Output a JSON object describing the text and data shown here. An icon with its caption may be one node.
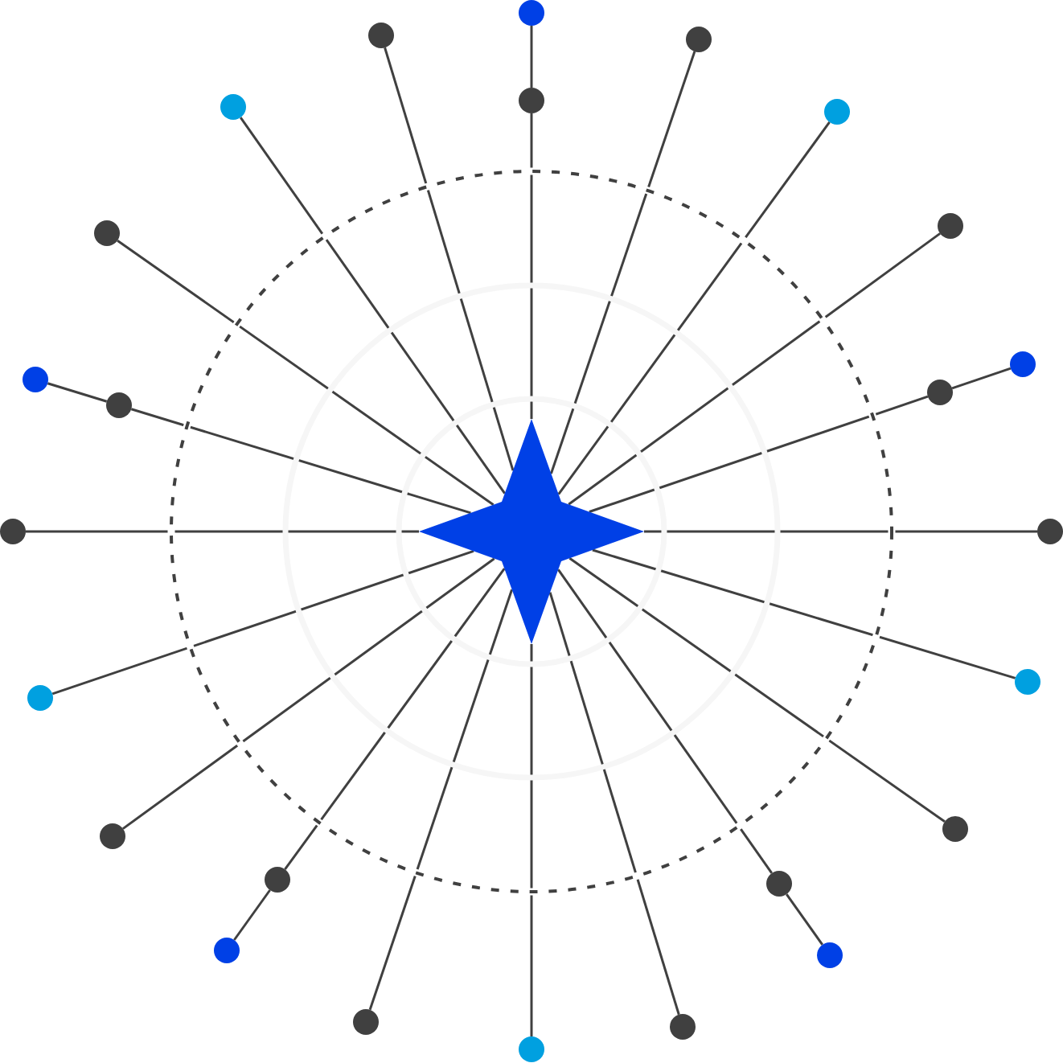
{
  "diagram": {
    "nodes": [
      {
        "text": [],
        "shape": "star"
      },
      {
        "text": [],
        "shape": "circle"
      },
      {
        "text": [],
        "shape": "circle"
      },
      {
        "text": [],
        "shape": "circle"
      },
      {
        "text": [],
        "shape": "circle"
      },
      {
        "text": [],
        "shape": "circle"
      },
      {
        "text": [],
        "shape": "circle"
      },
      {
        "text": [],
        "shape": "circle"
      },
      {
        "text": [],
        "shape": "circle"
      },
      {
        "text": [],
        "shape": "circle"
      },
      {
        "text": [],
        "shape": "circle"
      },
      {
        "text": [],
        "shape": "circle"
      },
      {
        "text": [],
        "shape": "circle"
      },
      {
        "text": [],
        "shape": "circle"
      },
      {
        "text": [],
        "shape": "circle"
      },
      {
        "text": [],
        "shape": "circle"
      },
      {
        "text": [],
        "shape": "circle"
      },
      {
        "text": [],
        "shape": "circle"
      },
      {
        "text": [],
        "shape": "circle"
      },
      {
        "text": [],
        "shape": "circle"
      },
      {
        "text": [],
        "shape": "circle"
      },
      {
        "text": [],
        "shape": "circle"
      },
      {
        "text": [],
        "shape": "circle"
      },
      {
        "text": [],
        "shape": "circle"
      },
      {
        "text": [],
        "shape": "circle"
      },
      {
        "text": [],
        "shape": "circle"
      }
    ],
    "edges": [
      {
        "from": 0,
        "to": 4,
        "arrow": "none"
      },
      {
        "from": 4,
        "to": 1,
        "arrow": "none"
      },
      {
        "from": 0,
        "to": 2,
        "arrow": "none"
      },
      {
        "from": 0,
        "to": 3,
        "arrow": "none"
      },
      {
        "from": 0,
        "to": 5,
        "arrow": "none"
      },
      {
        "from": 0,
        "to": 6,
        "arrow": "none"
      },
      {
        "from": 0,
        "to": 7,
        "arrow": "none"
      },
      {
        "from": 0,
        "to": 8,
        "arrow": "none"
      },
      {
        "from": 0,
        "to": 11,
        "arrow": "none"
      },
      {
        "from": 11,
        "to": 9,
        "arrow": "none"
      },
      {
        "from": 0,
        "to": 12,
        "arrow": "none"
      },
      {
        "from": 12,
        "to": 10,
        "arrow": "none"
      },
      {
        "from": 0,
        "to": 13,
        "arrow": "none"
      },
      {
        "from": 0,
        "to": 14,
        "arrow": "none"
      },
      {
        "from": 0,
        "to": 15,
        "arrow": "none"
      },
      {
        "from": 0,
        "to": 16,
        "arrow": "none"
      },
      {
        "from": 0,
        "to": 17,
        "arrow": "none"
      },
      {
        "from": 0,
        "to": 18,
        "arrow": "none"
      },
      {
        "from": 0,
        "to": 19,
        "arrow": "none"
      },
      {
        "from": 19,
        "to": 21,
        "arrow": "none"
      },
      {
        "from": 0,
        "to": 20,
        "arrow": "none"
      },
      {
        "from": 20,
        "to": 22,
        "arrow": "none"
      },
      {
        "from": 0,
        "to": 23,
        "arrow": "none"
      },
      {
        "from": 0,
        "to": 24,
        "arrow": "none"
      },
      {
        "from": 0,
        "to": 25,
        "arrow": "none"
      }
    ]
  }
}
